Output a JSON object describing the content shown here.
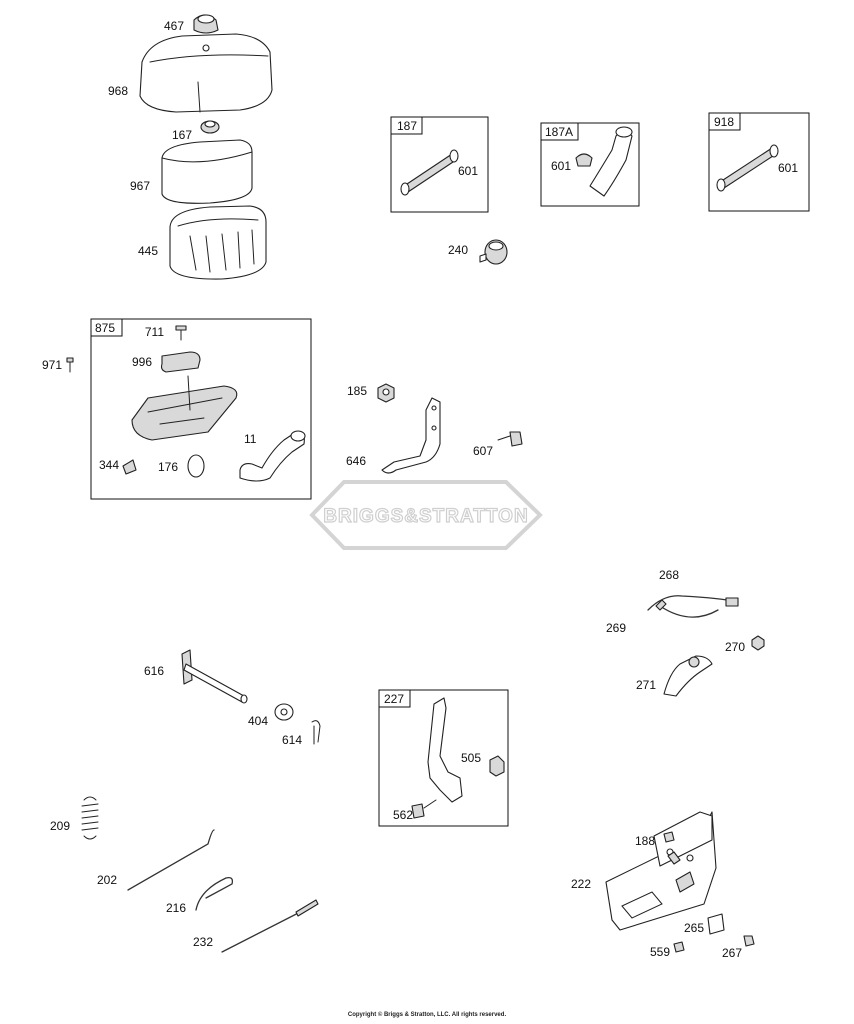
{
  "parts": {
    "p467": "467",
    "p968": "968",
    "p167": "167",
    "p967": "967",
    "p445": "445",
    "p187": "187",
    "p187a": "187A",
    "p918": "918",
    "p601a": "601",
    "p601b": "601",
    "p601c": "601",
    "p240": "240",
    "p875": "875",
    "p711": "711",
    "p996": "996",
    "p971": "971",
    "p344": "344",
    "p176": "176",
    "p11": "11",
    "p185": "185",
    "p646": "646",
    "p607": "607",
    "p268": "268",
    "p269": "269",
    "p270": "270",
    "p271": "271",
    "p616": "616",
    "p404": "404",
    "p614": "614",
    "p227": "227",
    "p505": "505",
    "p562": "562",
    "p209": "209",
    "p202": "202",
    "p216": "216",
    "p232": "232",
    "p188": "188",
    "p222": "222",
    "p265": "265",
    "p559": "559",
    "p267": "267"
  },
  "watermark": "BRIGGS&STRATTON",
  "copyright": "Copyright © Briggs & Stratton, LLC. All rights reserved."
}
